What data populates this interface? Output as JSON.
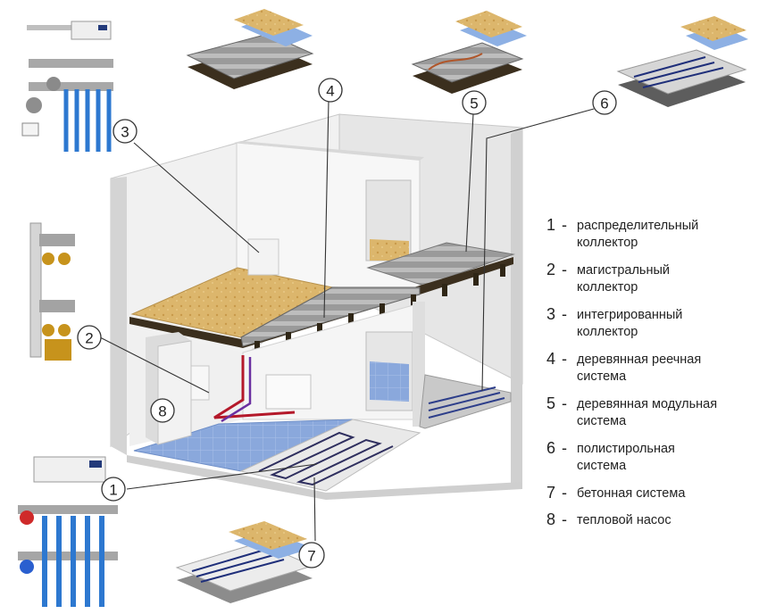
{
  "legend": [
    {
      "num": "1",
      "dash": "-",
      "line1": "распределительный",
      "line2": "коллектор"
    },
    {
      "num": "2",
      "dash": "-",
      "line1": "магистральный",
      "line2": "коллектор"
    },
    {
      "num": "3",
      "dash": "-",
      "line1": "интегрированный",
      "line2": "коллектор"
    },
    {
      "num": "4",
      "dash": "-",
      "line1": "деревянная реечная",
      "line2": "система"
    },
    {
      "num": "5",
      "dash": "-",
      "line1": "деревянная  модульная",
      "line2": "система"
    },
    {
      "num": "6",
      "dash": "-",
      "line1": "полистирольная",
      "line2": "система"
    },
    {
      "num": "7",
      "dash": "-",
      "line1": "бетонная  система",
      "line2": ""
    },
    {
      "num": "8",
      "dash": "-",
      "line1": "тепловой насос",
      "line2": ""
    }
  ],
  "callouts": [
    "1",
    "2",
    "3",
    "4",
    "5",
    "6",
    "7",
    "8"
  ],
  "colors": {
    "wall": "#f2f2f2",
    "wall_shade": "#dcdcdc",
    "floor_blue": "#7f9fd6",
    "wood_floor": "#d8b46a",
    "joist": "#3a2e1c",
    "pipe_blue": "#2d6fc2",
    "pipe_red": "#b4182a"
  }
}
